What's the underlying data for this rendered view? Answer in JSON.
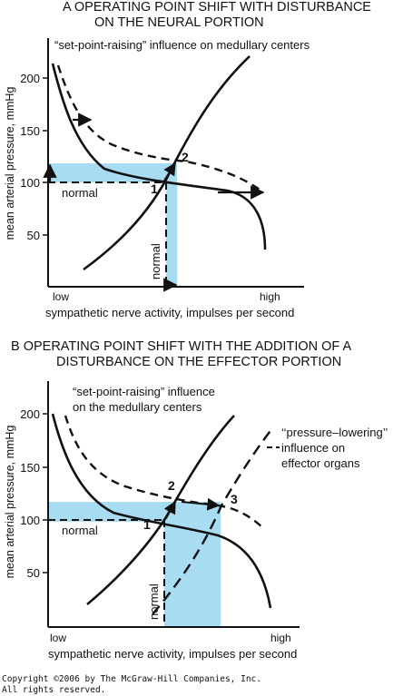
{
  "colors": {
    "shade": "#a8dcf2",
    "ink": "#111111",
    "background": "#ffffff"
  },
  "panel_a": {
    "heading_line1": "A  OPERATING POINT SHIFT WITH DISTURBANCE",
    "heading_line2": "ON THE NEURAL PORTION",
    "annotation": "“set-point-raising” influence on medullary centers",
    "ylabel": "mean arterial pressure, mmHg",
    "xlabel": "sympathetic nerve activity, impulses per second",
    "x_low": "low",
    "x_high": "high",
    "y_ticks": [
      "200",
      "150",
      "100",
      "50"
    ],
    "normal_h": "normal",
    "normal_v": "normal",
    "point1": "1",
    "point2": "2"
  },
  "panel_b": {
    "heading_line1": "B  OPERATING POINT SHIFT WITH THE ADDITION OF A",
    "heading_line2": "DISTURBANCE ON THE EFFECTOR PORTION",
    "annotation_left_line1": "“set-point-raising” influence",
    "annotation_left_line2": "on the medullary centers",
    "annotation_right_line1": "‘‘pressure–lowering’’",
    "annotation_right_line2": "influence on",
    "annotation_right_line3": "effector organs",
    "ylabel": "mean arterial pressure, mmHg",
    "xlabel": "sympathetic nerve activity, impulses per second",
    "x_low": "low",
    "x_high": "high",
    "y_ticks": [
      "200",
      "150",
      "100",
      "50"
    ],
    "normal_h": "normal",
    "normal_v": "normal",
    "point1": "1",
    "point2": "2",
    "point3": "3"
  },
  "copyright_line1": "Copyright ©2006 by The McGraw-Hill Companies, Inc.",
  "copyright_line2": "All rights reserved."
}
